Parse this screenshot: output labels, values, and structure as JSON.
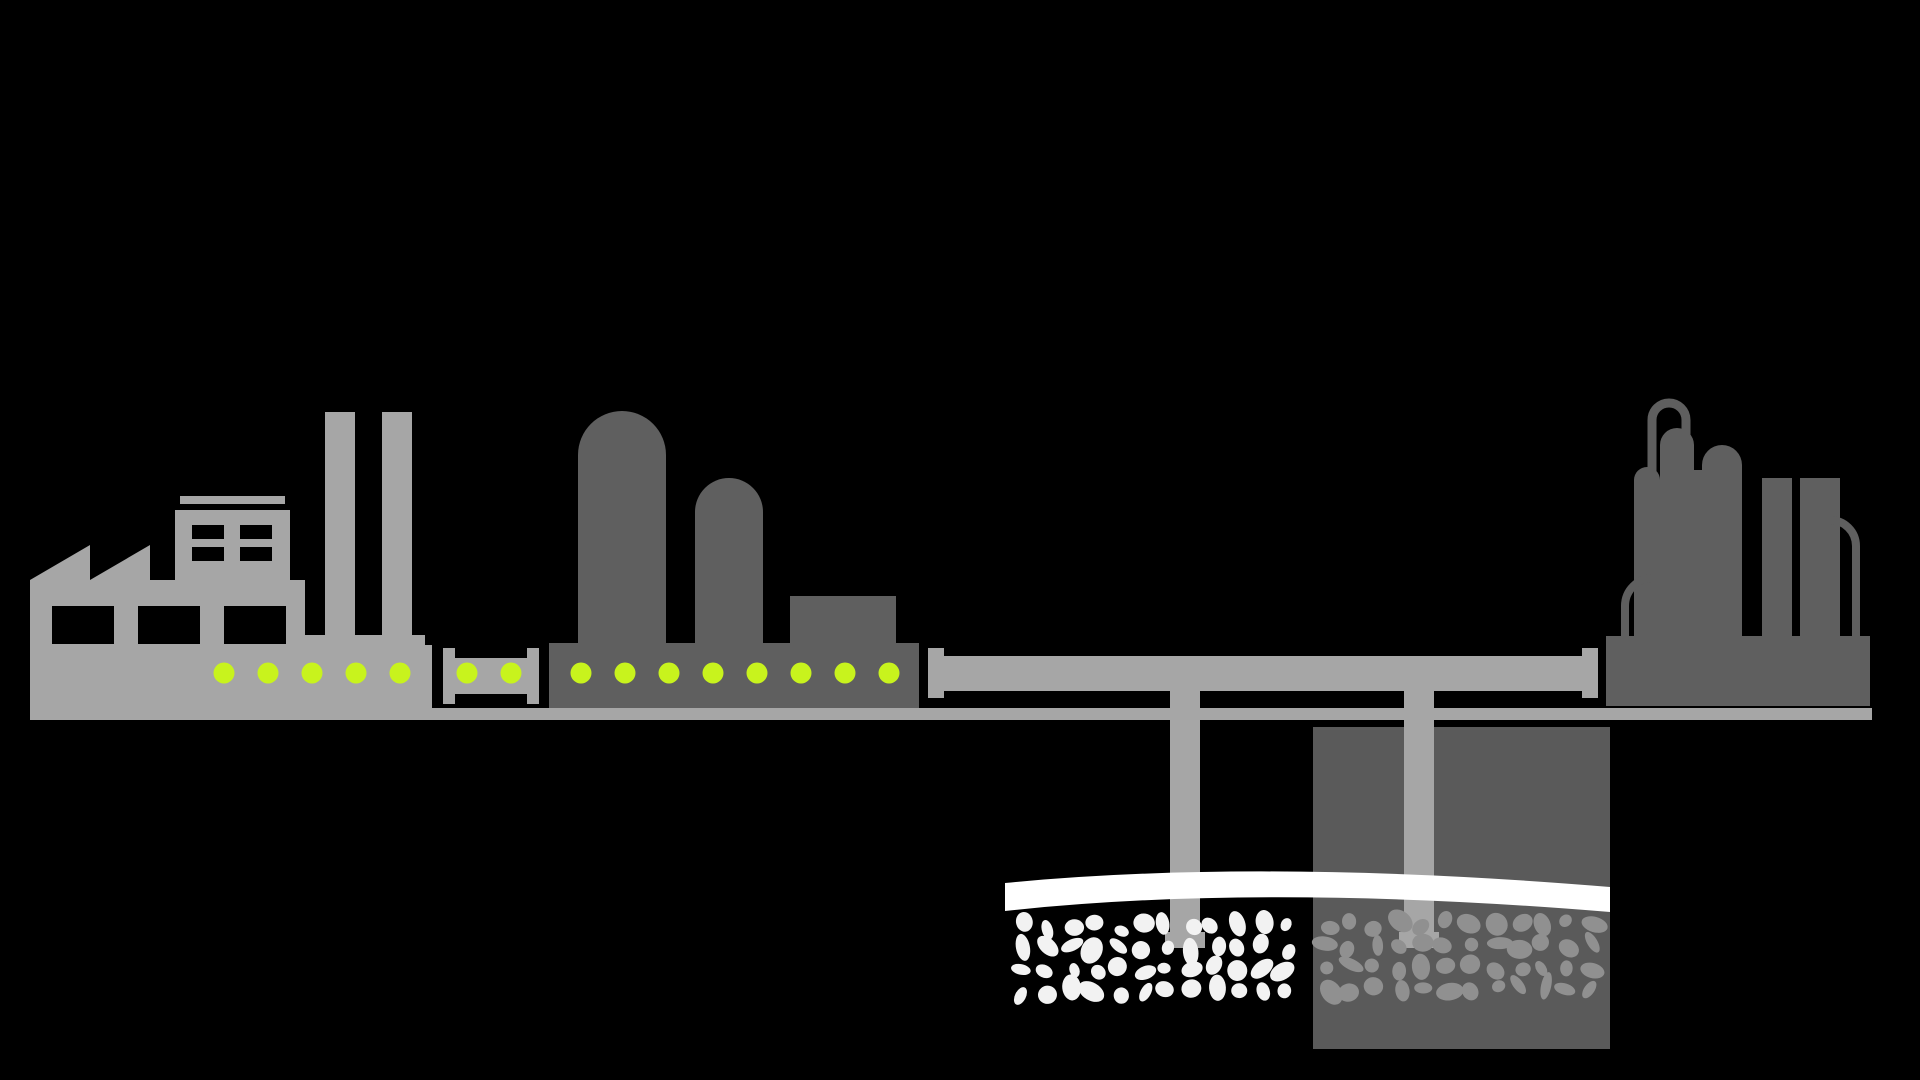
{
  "colors": {
    "background": "#000000",
    "structure_light": "#a6a6a6",
    "structure_dark": "#5f5f5f",
    "window": "#000000",
    "co2_dot": "#c8f31d",
    "caprock": "#ffffff",
    "rock_grain_light": "#f2f2f2",
    "rock_grain_dark": "#909090",
    "reservoir_highlight": "#5a5a5a"
  },
  "icons": {
    "power_plant": "factory-icon",
    "capture_unit": "storage-tanks-icon",
    "refinery": "refinery-icon",
    "injection_well": "well-pipe-icon"
  },
  "co2_flow": {
    "factory_dots": 5,
    "connector_dots": 2,
    "capture_dots": 8
  }
}
